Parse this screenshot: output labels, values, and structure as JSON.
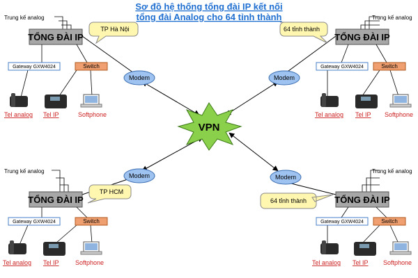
{
  "title": {
    "line1": "Sơ đồ hệ thống tổng đài IP kết nối",
    "line2": "tổng đài Analog cho 64 tỉnh thành"
  },
  "center": {
    "label": "VPN"
  },
  "modem_label": "Modem",
  "sites": [
    {
      "id": "tl",
      "trunk": "Trung kế analog",
      "pbx": "TỔNG ĐÀI IP",
      "gateway": "Gateway GXW4024",
      "switch": "Switch",
      "callout": "TP Hà Nội",
      "devices": [
        "Tel analog",
        "Tel IP",
        "Softphone"
      ]
    },
    {
      "id": "tr",
      "trunk": "Trung kế analog",
      "pbx": "TỔNG ĐÀI IP",
      "gateway": "Gateway GXW4024",
      "switch": "Switch",
      "callout": "64 tỉnh thành",
      "devices": [
        "Tel analog",
        "Tel IP",
        "Softphone"
      ]
    },
    {
      "id": "bl",
      "trunk": "Trung kế analog",
      "pbx": "TỔNG ĐÀI IP",
      "gateway": "Gateway GXW4024",
      "switch": "Switch",
      "callout": "TP HCM",
      "devices": [
        "Tel analog",
        "Tel IP",
        "Softphone"
      ]
    },
    {
      "id": "br",
      "trunk": "Trung kế analog",
      "pbx": "TỔNG ĐÀI IP",
      "gateway": "Gateway GXW4024",
      "switch": "Switch",
      "callout": "64 tỉnh thành",
      "devices": [
        "Tel analog",
        "Tel IP",
        "Softphone"
      ]
    }
  ],
  "colors": {
    "title": "#1f6fd1",
    "pbx": "#a7a7a7",
    "gateway_border": "#4a7fc8",
    "switch": "#f0a070",
    "modem": "#9fc3f0",
    "vpn": "#8ad04a",
    "callout": "#fff7b0",
    "device_label": "#cc2020"
  }
}
